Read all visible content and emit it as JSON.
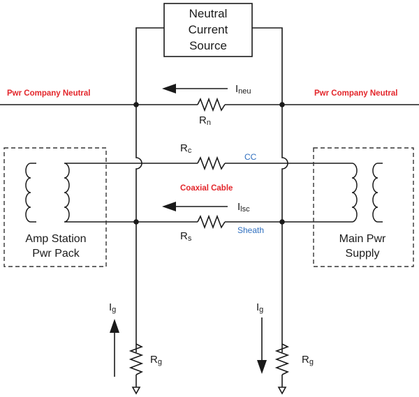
{
  "source_box": {
    "line1": "Neutral",
    "line2": "Current",
    "line3": "Source"
  },
  "neutral_left": "Pwr Company Neutral",
  "neutral_right": "Pwr Company Neutral",
  "coax_label": "Coaxial Cable",
  "cc_label": "CC",
  "sheath_label": "Sheath",
  "left_box": {
    "line1": "Amp Station",
    "line2": "Pwr Pack"
  },
  "right_box": {
    "line1": "Main Pwr",
    "line2": "Supply"
  },
  "currents": {
    "ineu": {
      "main": "I",
      "sub": "neu"
    },
    "ilsc": {
      "main": "I",
      "sub": "lsc"
    },
    "ig_left": {
      "main": "I",
      "sub": "g"
    },
    "ig_right": {
      "main": "I",
      "sub": "g"
    }
  },
  "resistors": {
    "rn": {
      "main": "R",
      "sub": "n"
    },
    "rc": {
      "main": "R",
      "sub": "c"
    },
    "rs": {
      "main": "R",
      "sub": "s"
    },
    "rg_left": {
      "main": "R",
      "sub": "g"
    },
    "rg_right": {
      "main": "R",
      "sub": "g"
    }
  }
}
